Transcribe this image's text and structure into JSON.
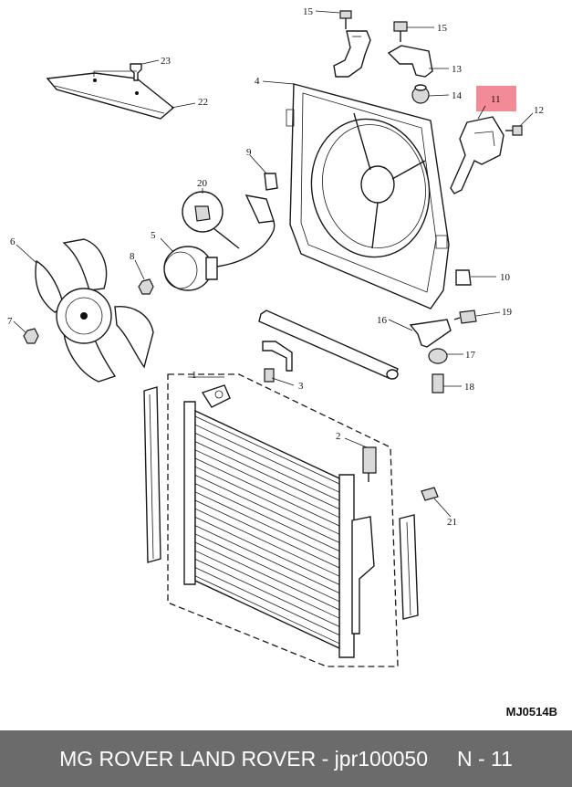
{
  "diagram": {
    "reference_code": "MJ0514B",
    "highlight_color": "#f28b95",
    "callouts": [
      {
        "id": "1",
        "label": "1"
      },
      {
        "id": "2",
        "label": "2"
      },
      {
        "id": "3",
        "label": "3"
      },
      {
        "id": "4",
        "label": "4"
      },
      {
        "id": "5",
        "label": "5"
      },
      {
        "id": "6",
        "label": "6"
      },
      {
        "id": "7",
        "label": "7"
      },
      {
        "id": "8",
        "label": "8"
      },
      {
        "id": "9",
        "label": "9"
      },
      {
        "id": "10",
        "label": "10"
      },
      {
        "id": "11",
        "label": "11",
        "highlighted": true
      },
      {
        "id": "12",
        "label": "12"
      },
      {
        "id": "13",
        "label": "13"
      },
      {
        "id": "14",
        "label": "14"
      },
      {
        "id": "15a",
        "label": "15"
      },
      {
        "id": "15b",
        "label": "15"
      },
      {
        "id": "16",
        "label": "16"
      },
      {
        "id": "17",
        "label": "17"
      },
      {
        "id": "18",
        "label": "18"
      },
      {
        "id": "19",
        "label": "19"
      },
      {
        "id": "20",
        "label": "20"
      },
      {
        "id": "21",
        "label": "21"
      },
      {
        "id": "22",
        "label": "22"
      },
      {
        "id": "23",
        "label": "23"
      }
    ]
  },
  "footer": {
    "brand": "MG ROVER LAND ROVER - jpr100050",
    "page": "N - 11",
    "background": "#6b6b6b"
  }
}
